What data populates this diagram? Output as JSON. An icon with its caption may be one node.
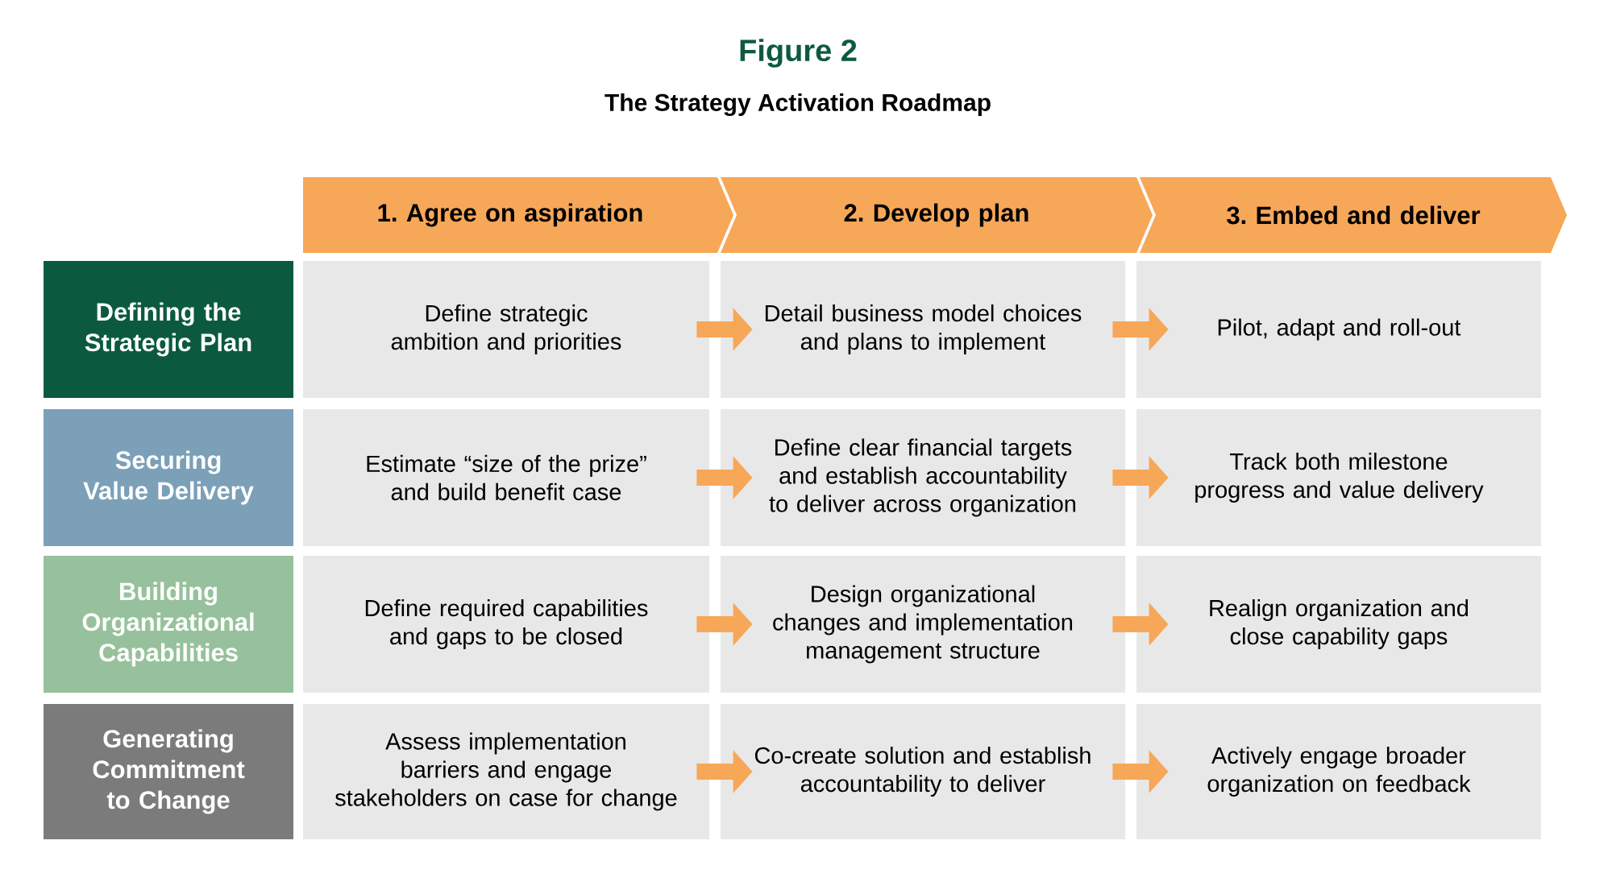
{
  "diagram": {
    "title": "Figure 2",
    "nodes": [
      {
        "text": [
          "1. Agree on aspiration"
        ]
      },
      {
        "text": [
          "2. Develop plan"
        ]
      },
      {
        "text": [
          "3. Embed and deliver"
        ]
      },
      {
        "text": [
          "Defining the Strategic Plan"
        ]
      },
      {
        "text": [
          "Define strategic ambition and priorities"
        ]
      },
      {
        "text": [
          "Detail business model choices and plans to implement"
        ]
      },
      {
        "text": [
          "Pilot, adapt and roll-out"
        ]
      },
      {
        "text": [
          "Securing Value Delivery"
        ]
      },
      {
        "text": [
          "Estimate “size of the prize” and build benefit case"
        ]
      },
      {
        "text": [
          "Define clear financial targets and establish accountability to deliver across organization"
        ]
      },
      {
        "text": [
          "Track both milestone progress and value delivery"
        ]
      },
      {
        "text": [
          "Building Organizational Capabilities"
        ]
      },
      {
        "text": [
          "Define required capabilities and gaps to be closed"
        ]
      },
      {
        "text": [
          "Design organizational changes and implementation management structure"
        ]
      },
      {
        "text": [
          "Realign organization and close capability gaps"
        ]
      },
      {
        "text": [
          "Generating Commitment to Change"
        ]
      },
      {
        "text": [
          "Assess implementation barriers and engage stakeholders on case for change"
        ]
      },
      {
        "text": [
          "Co-create solution and establish accountability to deliver"
        ]
      },
      {
        "text": [
          "Actively engage broader organization on feedback"
        ]
      }
    ],
    "edges": [
      {
        "from": 4,
        "to": 5,
        "arrow": "to"
      },
      {
        "from": 5,
        "to": 6,
        "arrow": "to"
      },
      {
        "from": 8,
        "to": 9,
        "arrow": "to"
      },
      {
        "from": 9,
        "to": 10,
        "arrow": "to"
      },
      {
        "from": 12,
        "to": 13,
        "arrow": "to"
      },
      {
        "from": 13,
        "to": 14,
        "arrow": "to"
      },
      {
        "from": 16,
        "to": 17,
        "arrow": "to"
      },
      {
        "from": 17,
        "to": 18,
        "arrow": "to"
      }
    ],
    "labels": [
      "The Strategy Activation Roadmap"
    ]
  }
}
